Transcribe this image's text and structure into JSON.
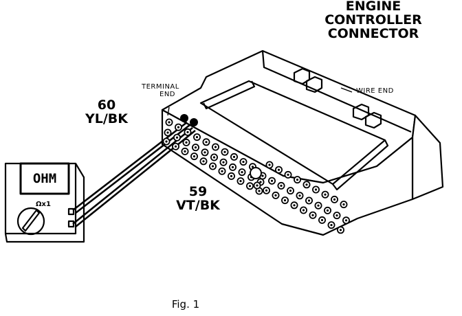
{
  "labels": {
    "title_line1": "ENGINE",
    "title_line2": "CONTROLLER",
    "title_line3": "CONNECTOR",
    "terminal_end_line1": "TERMINAL",
    "terminal_end_line2": "END",
    "wire_end": "WIRE END",
    "pin60_number": "60",
    "pin60_color": "YL/BK",
    "pin59_number": "59",
    "pin59_color": "VT/BK",
    "figure_caption": "Fig. 1"
  },
  "meter": {
    "display": "OHM",
    "range": "Ωx1"
  }
}
